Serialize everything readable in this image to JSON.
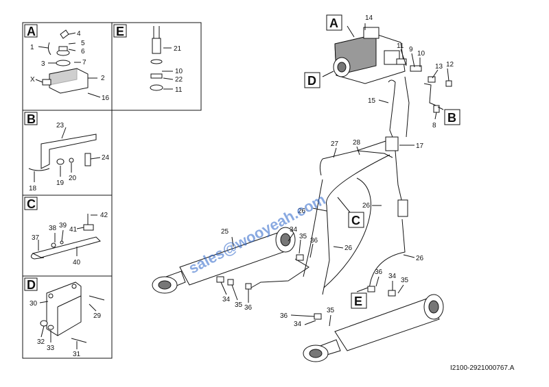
{
  "diagram": {
    "code": "I2100-2921000767.A",
    "watermark": "sales@wooyeah.com",
    "callouts": {
      "A": "A",
      "B": "B",
      "C": "C",
      "D": "D",
      "E": "E"
    },
    "panel_a": {
      "letter": "A",
      "x_label": "X",
      "parts": [
        "1",
        "2",
        "3",
        "4",
        "5",
        "6",
        "7",
        "16"
      ]
    },
    "panel_e": {
      "letter": "E",
      "parts": [
        "21",
        "10",
        "22",
        "11"
      ]
    },
    "panel_b": {
      "letter": "B",
      "parts": [
        "23",
        "24",
        "18",
        "19",
        "20"
      ]
    },
    "panel_c": {
      "letter": "C",
      "parts": [
        "42",
        "38",
        "39",
        "41",
        "37",
        "40"
      ]
    },
    "panel_d": {
      "letter": "D",
      "parts": [
        "30",
        "29",
        "32",
        "33",
        "31"
      ]
    },
    "main_parts": [
      "14",
      "9",
      "10",
      "11",
      "12",
      "13",
      "8",
      "15",
      "17",
      "27",
      "28",
      "26",
      "26",
      "26",
      "26",
      "25",
      "34",
      "35",
      "36",
      "34",
      "35",
      "36",
      "36",
      "34",
      "35",
      "36",
      "34",
      "35"
    ]
  }
}
